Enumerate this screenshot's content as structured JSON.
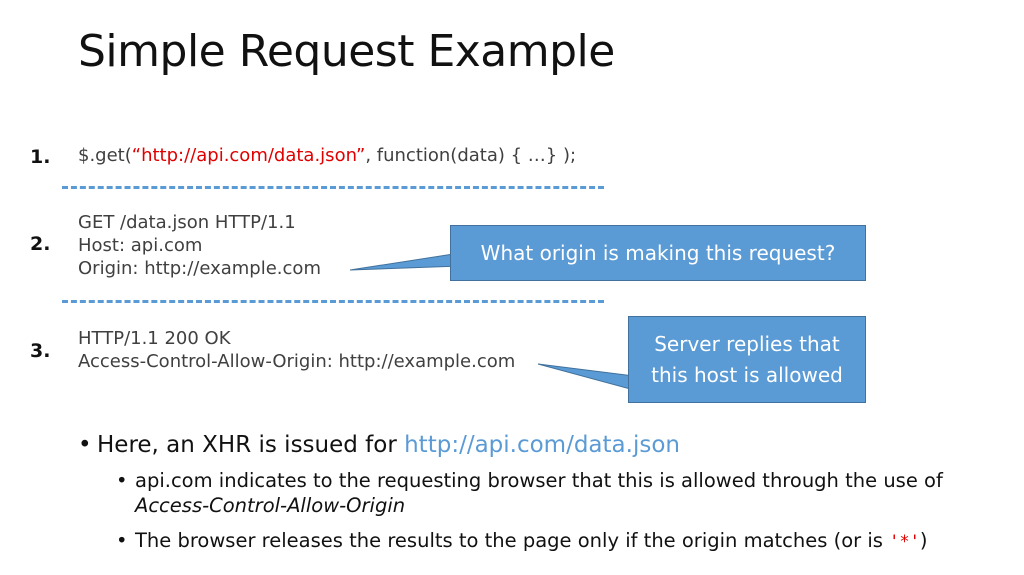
{
  "slide": {
    "title": "Simple Request Example"
  },
  "steps": [
    {
      "number": "1.",
      "code": {
        "prefix": "$.get(",
        "url_string": "“http://api.com/data.json”",
        "suffix": ", function(data) { …} );"
      }
    },
    {
      "number": "2.",
      "lines": [
        "GET /data.json HTTP/1.1",
        "Host: api.com",
        "Origin: http://example.com"
      ]
    },
    {
      "number": "3.",
      "lines": [
        "HTTP/1.1 200 OK",
        "Access-Control-Allow-Origin: http://example.com"
      ]
    }
  ],
  "callouts": {
    "origin_question": "What origin is making this request?",
    "server_reply_line1": "Server replies that",
    "server_reply_line2": "this host is allowed"
  },
  "bullets": {
    "main_text": "Here, an XHR is issued for ",
    "main_link": "http://api.com/data.json",
    "sub1_text": "api.com indicates to the requesting browser that this is allowed through the use of ",
    "sub1_italic": "Access-Control-Allow-Origin",
    "sub2_text": "The browser releases the results to the page only if the origin matches (or is ",
    "sub2_code": "'*'",
    "sub2_end": ")",
    "bullet_glyph": "•"
  },
  "colors": {
    "accent": "#5b9bd5",
    "code_red": "#e00000",
    "text": "#404040"
  }
}
